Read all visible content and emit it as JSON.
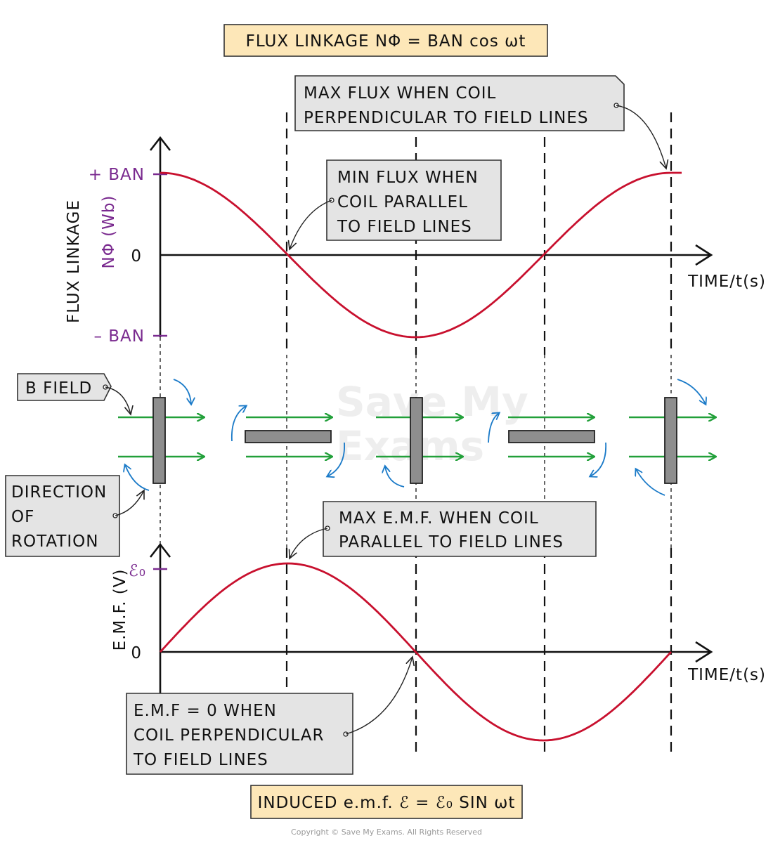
{
  "formulas": {
    "flux_linkage": "FLUX LINKAGE NΦ = BAN cos ωt",
    "induced_emf": "INDUCED  e.m.f. ℰ = ℰ₀ SIN ωt"
  },
  "flux_graph": {
    "y_axis_label": "FLUX LINKAGE",
    "y_axis_unit": "NΦ (Wb)",
    "pos_label": "+ BAN",
    "zero_label": "0",
    "neg_label": "– BAN",
    "x_axis_label": "TIME/t(s)"
  },
  "emf_graph": {
    "y_axis_label": "E.M.F. (V)",
    "max_label": "ℰ₀",
    "zero_label": "0",
    "x_axis_label": "TIME/t(s)"
  },
  "notes": {
    "max_flux": [
      "MAX FLUX WHEN COIL",
      "PERPENDICULAR TO FIELD LINES"
    ],
    "min_flux": [
      "MIN FLUX WHEN",
      "COIL PARALLEL",
      "TO FIELD LINES"
    ],
    "b_field": "B FIELD",
    "rotation": [
      "DIRECTION",
      "OF",
      "ROTATION"
    ],
    "max_emf": [
      "MAX E.M.F. WHEN COIL",
      "PARALLEL TO FIELD LINES"
    ],
    "emf_zero": [
      "E.M.F = 0 WHEN",
      "COIL PERPENDICULAR",
      "TO FIELD LINES"
    ]
  },
  "watermark": [
    "Save My",
    "Exams"
  ],
  "copyright": "Copyright © Save My Exams. All Rights Reserved",
  "colors": {
    "curve": "#c8102e",
    "field_lines": "#22a03a",
    "rotation_arrows": "#1a7ac8",
    "axis_values": "#7a2a8f",
    "note_fill": "#e4e4e4",
    "formula_fill": "#fde7b8",
    "coil": "#8e8e8e"
  },
  "icons": {
    "rotation": "curved-arrow-icon",
    "field": "right-arrow-icon"
  }
}
